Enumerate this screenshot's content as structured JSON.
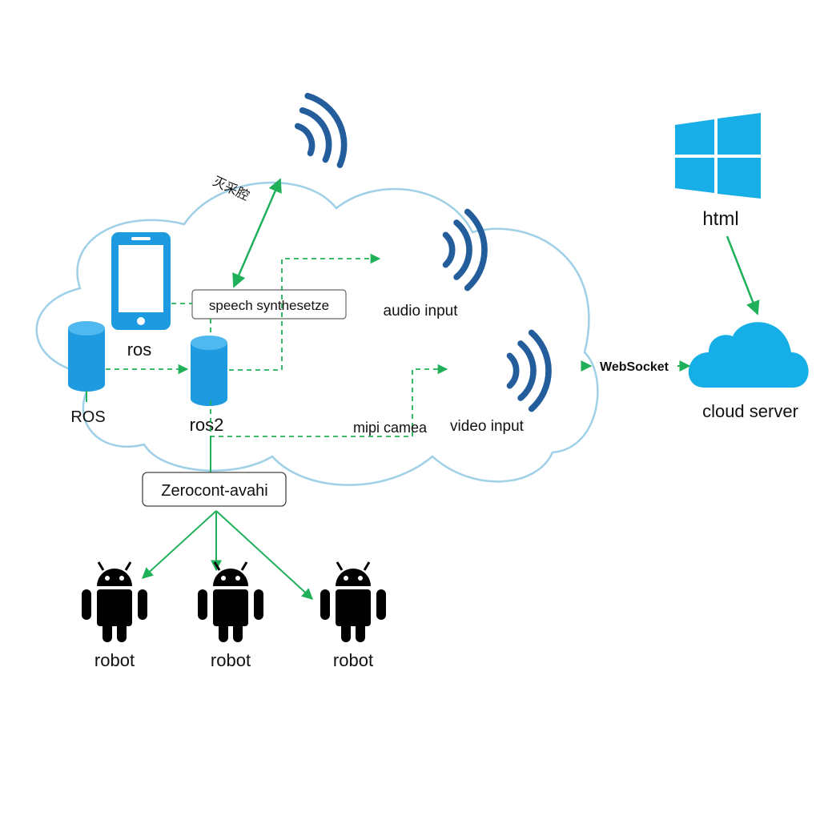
{
  "colors": {
    "icon_blue": "#1e9be0",
    "wifi_blue": "#235d9c",
    "arrow_green": "#20b05a",
    "cloud_outline": "#9fd0e8",
    "cloud_server": "#16aee6",
    "windows": "#18aee8"
  },
  "labels": {
    "wireless_top": "灭采腔",
    "speech_box": "speech synthesetze",
    "audio_input": "audio input",
    "phone": "ros",
    "ros_db": "ROS",
    "ros2_db": "ros2",
    "mipi": "mipi camea",
    "video_input": "video input",
    "zeroconf": "Zerocont-avahi",
    "websocket": "WebSocket",
    "html": "html",
    "cloud_server": "cloud server",
    "robots": [
      "robot",
      "robot",
      "robot"
    ]
  }
}
